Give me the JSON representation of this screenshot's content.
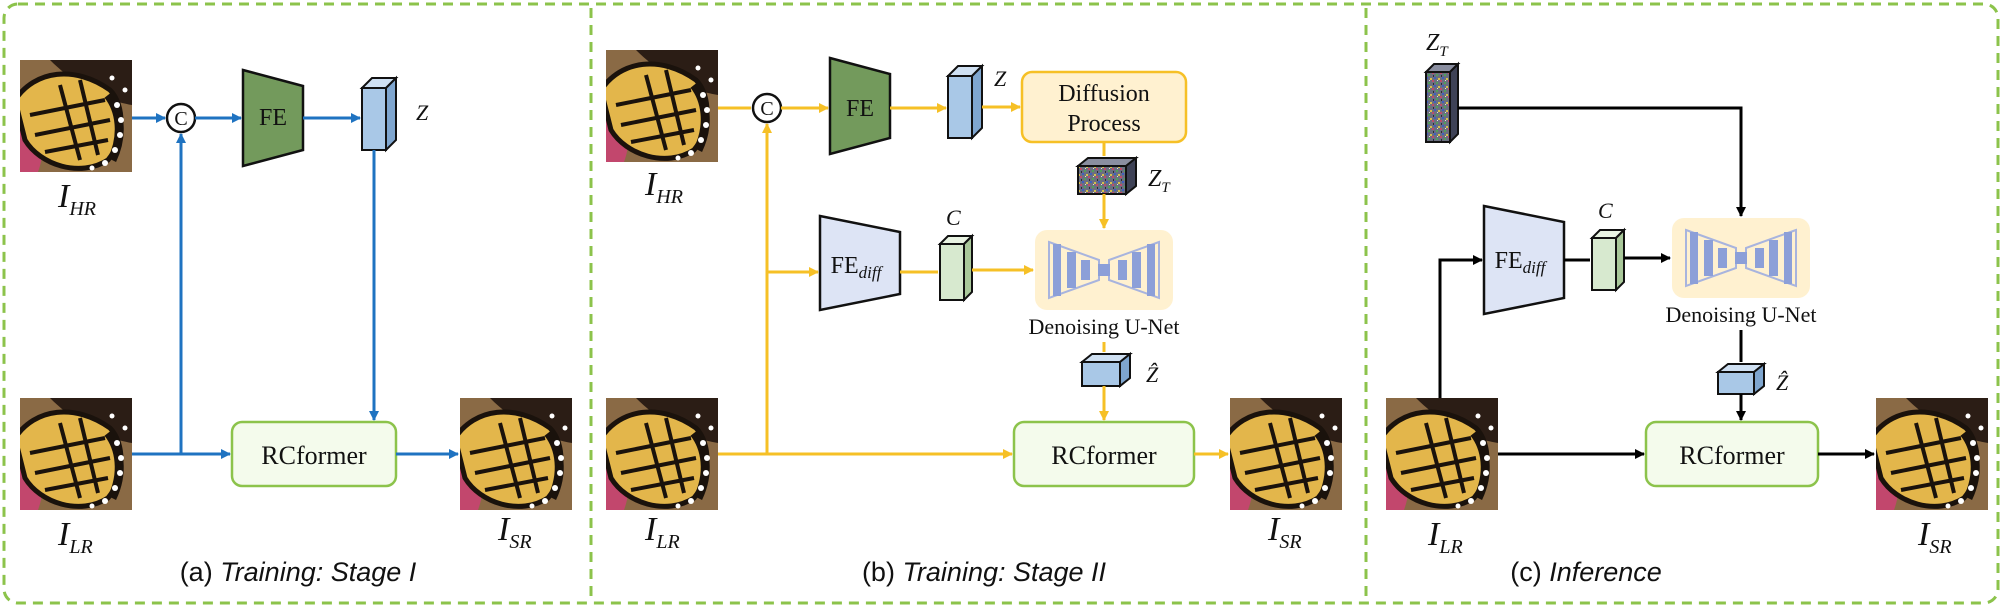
{
  "panels": {
    "a": {
      "caption_prefix": "(a) ",
      "caption_italic": "Training: Stage I"
    },
    "b": {
      "caption_prefix": "(b) ",
      "caption_italic": "Training: Stage II"
    },
    "c": {
      "caption_prefix": "(c) ",
      "caption_italic": "Inference"
    }
  },
  "blocks": {
    "fe": "FE",
    "fe_diff_main": "FE",
    "fe_diff_sub": "diff",
    "rcformer": "RCformer",
    "diffusion_line1": "Diffusion",
    "diffusion_line2": "Process",
    "unet_label": "Denoising U-Net",
    "concat": "C"
  },
  "symbols": {
    "I": "I",
    "HR": "HR",
    "LR": "LR",
    "SR": "SR",
    "Z": "Z",
    "ZT_sub": "T",
    "Zhat": "Ẑ",
    "C": "C"
  },
  "colors": {
    "stage1": "#1f73c1",
    "stage2": "#f6c026",
    "inference": "#000000",
    "border": "#8cc34b",
    "fe_fill": "#739a5c",
    "fe_diff_fill": "#dde4f5",
    "rcformer_fill": "#f4fbec",
    "rcformer_stroke": "#8cc34b",
    "diffusion_fill": "#fff1d0",
    "diffusion_stroke": "#f6c026",
    "cube_blue": "#a9c8e7",
    "cube_green": "#d7e9cf"
  }
}
